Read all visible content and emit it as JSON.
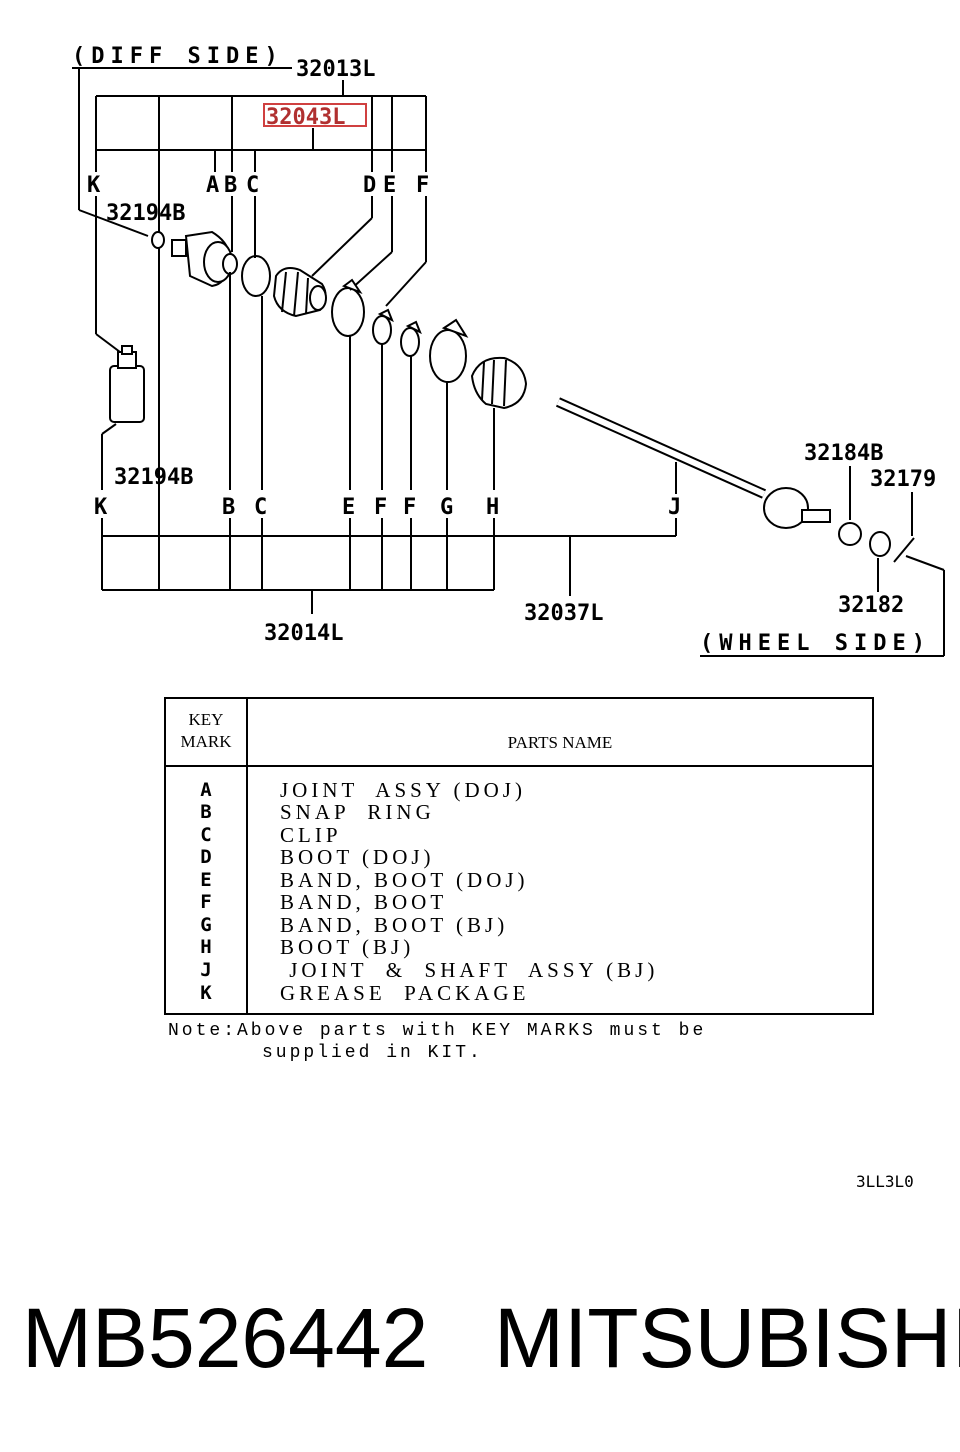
{
  "diagram": {
    "diff_side": "(DIFF SIDE)",
    "wheel_side": "(WHEEL SIDE)",
    "callouts": {
      "c32013L": "32013L",
      "c32043L": "32043L",
      "c32194B_top": "32194B",
      "c32194B_bottom": "32194B",
      "c32014L": "32014L",
      "c32037L": "32037L",
      "c32184B": "32184B",
      "c32179": "32179",
      "c32182": "32182"
    },
    "top_keys": [
      "K",
      "A",
      "B",
      "C",
      "D",
      "E",
      "F"
    ],
    "bottom_keys": [
      "K",
      "B",
      "C",
      "E",
      "F",
      "F",
      "G",
      "H",
      "J"
    ],
    "highlight_color": "#d04040"
  },
  "table": {
    "header_key": "KEY\nMARK",
    "header_name": "PARTS NAME",
    "rows": [
      {
        "key": "A",
        "name": "JOINT  ASSY (DOJ)"
      },
      {
        "key": "B",
        "name": "SNAP  RING"
      },
      {
        "key": "C",
        "name": "CLIP"
      },
      {
        "key": "D",
        "name": "BOOT (DOJ)"
      },
      {
        "key": "E",
        "name": "BAND, BOOT (DOJ)"
      },
      {
        "key": "F",
        "name": "BAND, BOOT"
      },
      {
        "key": "G",
        "name": "BAND, BOOT (BJ)"
      },
      {
        "key": "H",
        "name": "BOOT (BJ)"
      },
      {
        "key": "J",
        "name": " JOINT  &  SHAFT  ASSY (BJ)"
      },
      {
        "key": "K",
        "name": "GREASE  PACKAGE"
      }
    ]
  },
  "note_line1": "Note:Above parts with KEY MARKS must be",
  "note_line2": "supplied in KIT.",
  "ref_code": "3LL3L0",
  "footer": {
    "part_number": "MB526442",
    "brand": "MITSUBISHI"
  }
}
